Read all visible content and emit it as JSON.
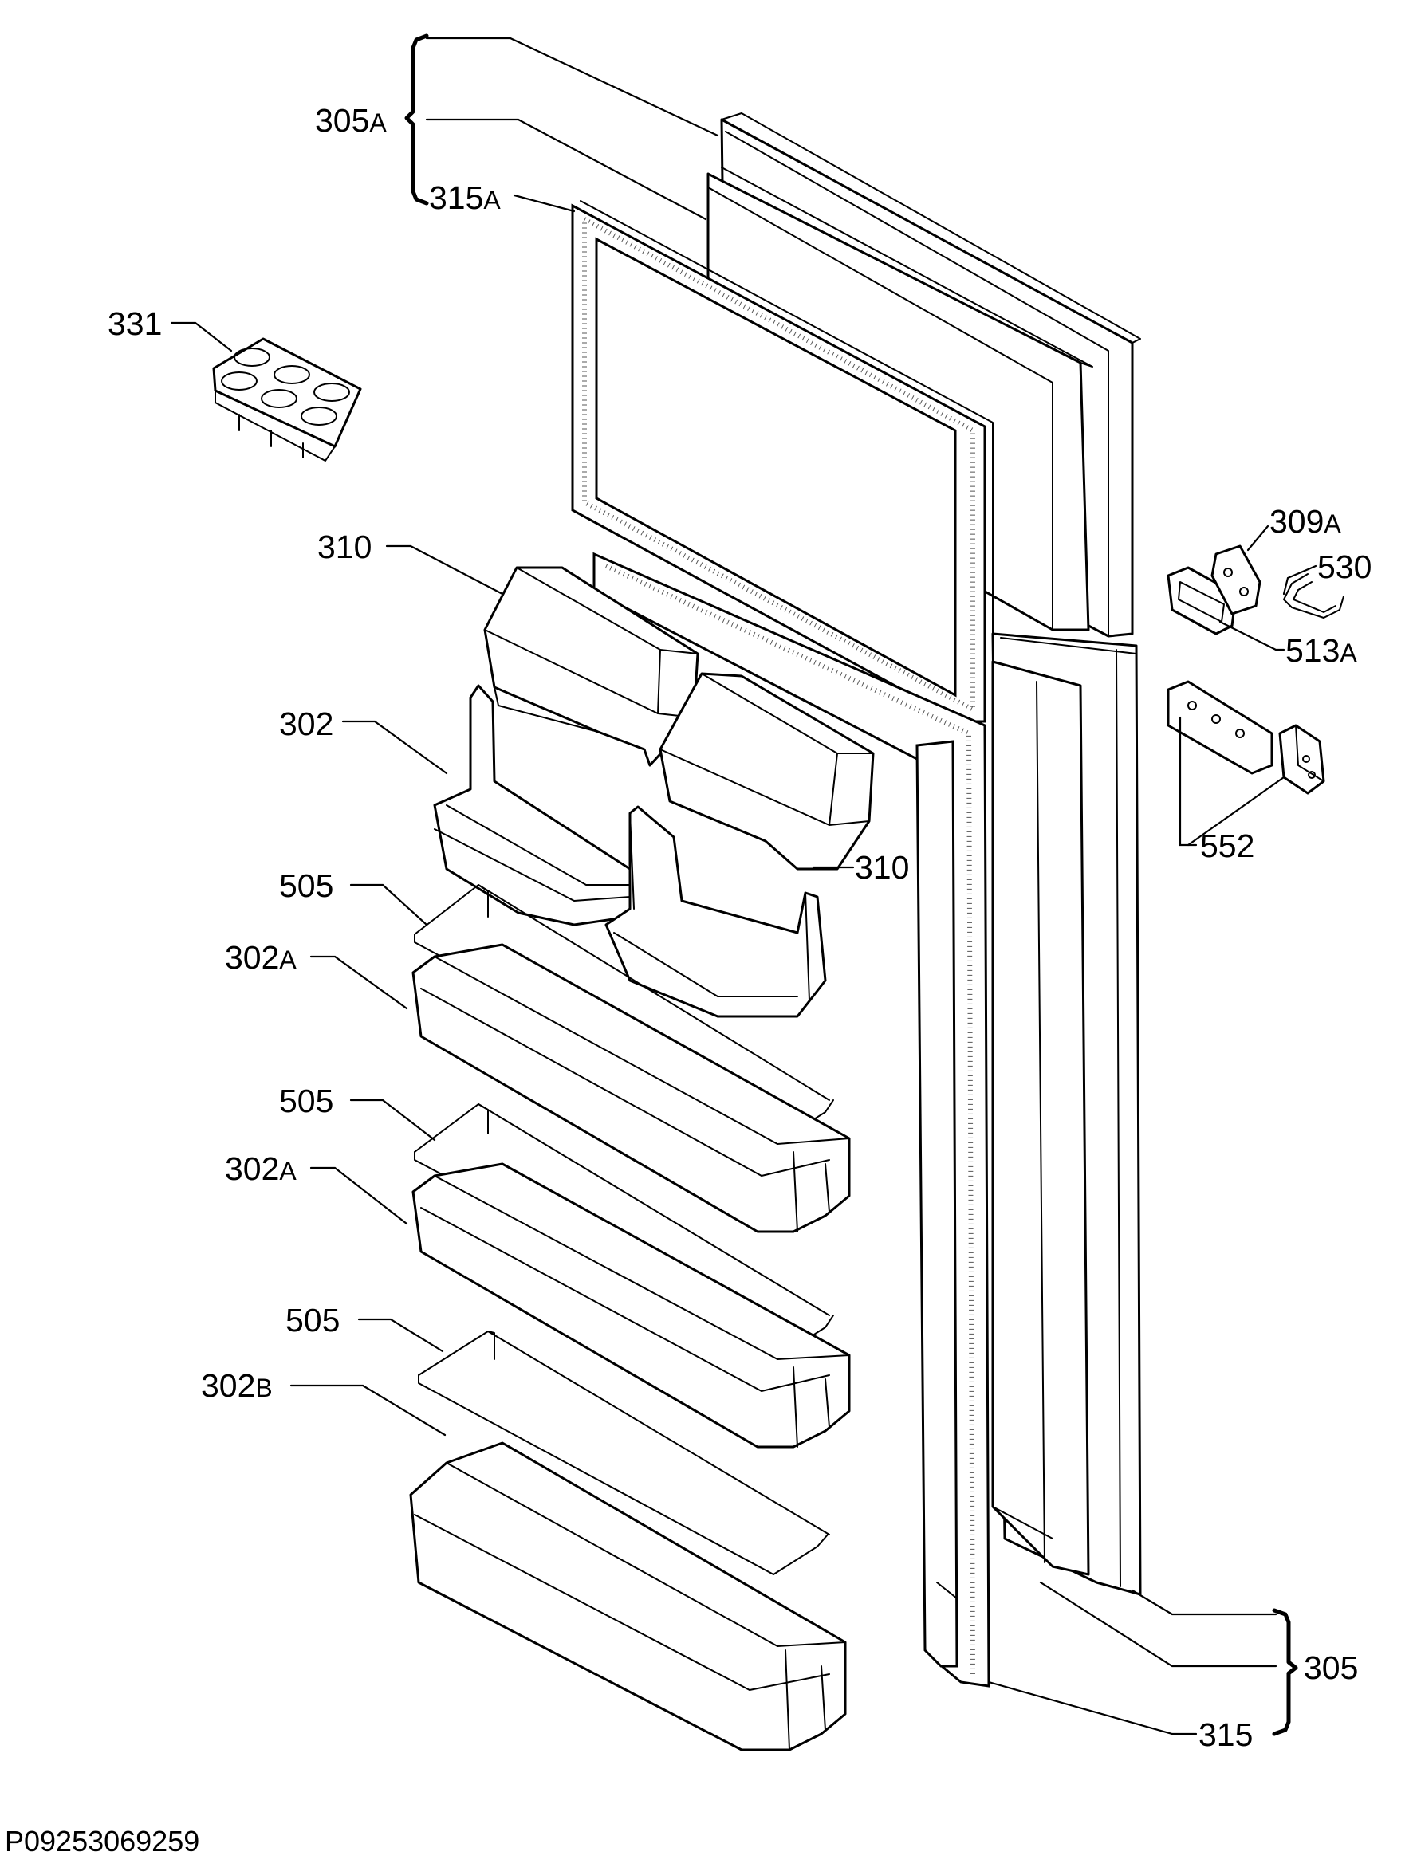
{
  "drawing_ref": "P09253069259",
  "labels": {
    "l305A": {
      "num": "305",
      "suffix": "A"
    },
    "l315A": {
      "num": "315",
      "suffix": "A"
    },
    "l331": {
      "num": "331"
    },
    "l310a": {
      "num": "310"
    },
    "l310b": {
      "num": "310"
    },
    "l302": {
      "num": "302"
    },
    "l505a": {
      "num": "505"
    },
    "l302Aa": {
      "num": "302",
      "suffix": "A"
    },
    "l505b": {
      "num": "505"
    },
    "l302Ab": {
      "num": "302",
      "suffix": "A"
    },
    "l505c": {
      "num": "505"
    },
    "l302B": {
      "num": "302",
      "suffix": "B"
    },
    "l309A": {
      "num": "309",
      "suffix": "A"
    },
    "l530": {
      "num": "530"
    },
    "l513A": {
      "num": "513",
      "suffix": "A"
    },
    "l552": {
      "num": "552"
    },
    "l305": {
      "num": "305"
    },
    "l315": {
      "num": "315"
    }
  }
}
